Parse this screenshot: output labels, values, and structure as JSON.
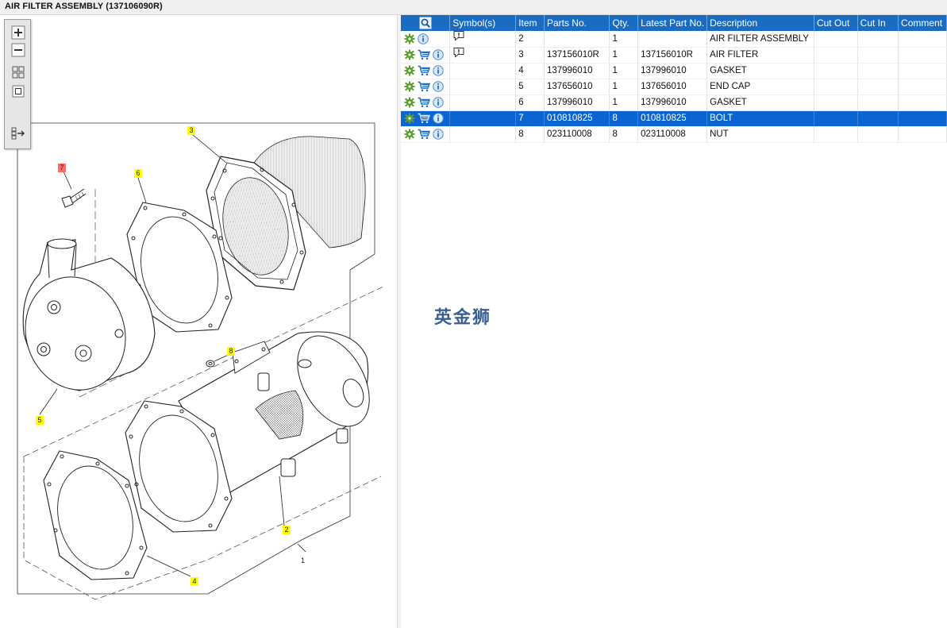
{
  "window": {
    "title": "AIR FILTER ASSEMBLY (137106090R)"
  },
  "toolbar": {
    "buttons": [
      {
        "name": "zoom-in",
        "icon": "plus-icon"
      },
      {
        "name": "zoom-out",
        "icon": "minus-icon"
      },
      {
        "name": "fit-all",
        "icon": "grid-icon"
      },
      {
        "name": "fit-window",
        "icon": "square-icon"
      },
      {
        "name": "toggle-panel",
        "icon": "panel-arrow-icon"
      }
    ]
  },
  "drawing": {
    "callouts": [
      {
        "label": "3",
        "style": "yellow"
      },
      {
        "label": "6",
        "style": "yellow"
      },
      {
        "label": "7",
        "style": "red"
      },
      {
        "label": "8",
        "style": "yellow"
      },
      {
        "label": "5",
        "style": "yellow"
      },
      {
        "label": "2",
        "style": "yellow"
      },
      {
        "label": "4",
        "style": "yellow"
      },
      {
        "label": "1",
        "style": "plain"
      }
    ]
  },
  "table": {
    "headers": {
      "search_icon": "magnifier-icon",
      "symbols": "Symbol(s)",
      "item": "Item",
      "parts_no": "Parts No.",
      "qty": "Qty.",
      "latest": "Latest Part No.",
      "description": "Description",
      "cut_out": "Cut Out",
      "cut_in": "Cut In",
      "comment": "Comment"
    },
    "rows": [
      {
        "item": "2",
        "parts_no": "",
        "qty": "1",
        "latest": "",
        "description": "AIR FILTER ASSEMBLY",
        "cart": false,
        "symbol": true,
        "selected": false
      },
      {
        "item": "3",
        "parts_no": "137156010R",
        "qty": "1",
        "latest": "137156010R",
        "description": "AIR FILTER",
        "cart": true,
        "symbol": true,
        "selected": false
      },
      {
        "item": "4",
        "parts_no": "137996010",
        "qty": "1",
        "latest": "137996010",
        "description": "GASKET",
        "cart": true,
        "symbol": false,
        "selected": false
      },
      {
        "item": "5",
        "parts_no": "137656010",
        "qty": "1",
        "latest": "137656010",
        "description": "END CAP",
        "cart": true,
        "symbol": false,
        "selected": false
      },
      {
        "item": "6",
        "parts_no": "137996010",
        "qty": "1",
        "latest": "137996010",
        "description": "GASKET",
        "cart": true,
        "symbol": false,
        "selected": false
      },
      {
        "item": "7",
        "parts_no": "010810825",
        "qty": "8",
        "latest": "010810825",
        "description": "BOLT",
        "cart": true,
        "symbol": false,
        "selected": true
      },
      {
        "item": "8",
        "parts_no": "023110008",
        "qty": "8",
        "latest": "023110008",
        "description": "NUT",
        "cart": true,
        "symbol": false,
        "selected": false
      }
    ]
  },
  "watermark": {
    "text": "英金狮"
  },
  "colors": {
    "header_blue": "#1a6cc2",
    "selected_blue": "#0a64d2",
    "callout_yellow": "#ffff00",
    "callout_red": "#ff6b6b",
    "gear_green": "#5aa02c"
  }
}
